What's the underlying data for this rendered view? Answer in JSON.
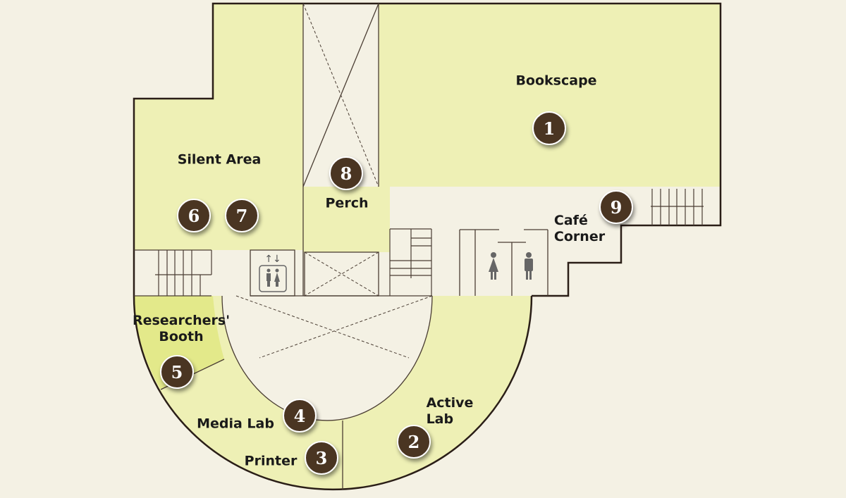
{
  "colors": {
    "background": "#f4f1e4",
    "room": "#eef0b5",
    "booth": "#e3e98a",
    "wall": "#2a1e17",
    "marker": "#4a3522"
  },
  "areas": [
    {
      "id": "bookscape",
      "label": "Bookscape",
      "number": "1"
    },
    {
      "id": "active-lab",
      "label": "Active\nLab",
      "number": "2"
    },
    {
      "id": "printer",
      "label": "Printer",
      "number": "3"
    },
    {
      "id": "media-lab",
      "label": "Media Lab",
      "number": "4"
    },
    {
      "id": "researchers-booth",
      "label": "Researchers'\nBooth",
      "number": "5"
    },
    {
      "id": "silent-area",
      "label": "Silent Area",
      "number": "6"
    },
    {
      "id": "silent-area-2",
      "label": "",
      "number": "7"
    },
    {
      "id": "perch",
      "label": "Perch",
      "number": "8"
    },
    {
      "id": "cafe-corner",
      "label": "Café\nCorner",
      "number": "9"
    }
  ],
  "icons": {
    "elevator": "elevator-icon",
    "restroom_female": "female-restroom-icon",
    "restroom_male": "male-restroom-icon",
    "elevator_arrows": "↑↓"
  }
}
